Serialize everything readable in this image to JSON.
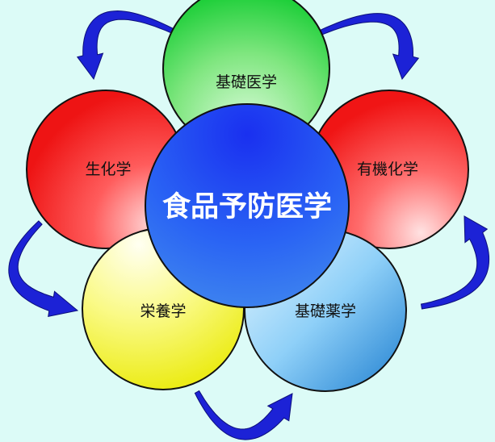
{
  "diagram": {
    "center": {
      "label": "食品予防医学",
      "color": "#2a64f4"
    },
    "petals": [
      {
        "id": "basic-medicine",
        "label": "基礎医学",
        "color": "#44dd44"
      },
      {
        "id": "organic-chemistry",
        "label": "有機化学",
        "color": "#ff2a2a"
      },
      {
        "id": "basic-pharmacy",
        "label": "基礎薬学",
        "color": "#3fa3ea"
      },
      {
        "id": "nutrition",
        "label": "栄養学",
        "color": "#f2f23a"
      },
      {
        "id": "biochemistry",
        "label": "生化学",
        "color": "#ff2a2a"
      }
    ],
    "arrow_color": "#1c22d6",
    "background": "#dcfbf7"
  }
}
